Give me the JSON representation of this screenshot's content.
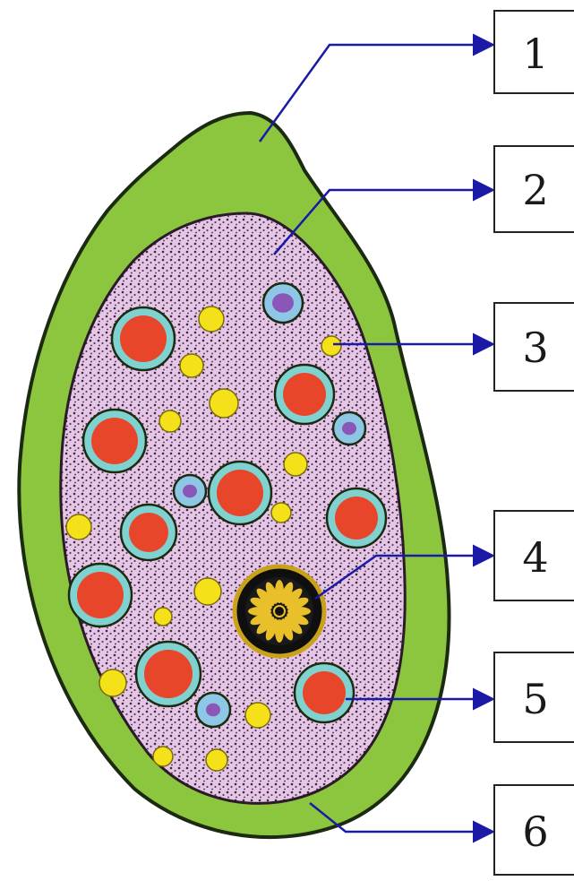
{
  "labels": [
    {
      "id": "1",
      "text": "1"
    },
    {
      "id": "2",
      "text": "2"
    },
    {
      "id": "3",
      "text": "3"
    },
    {
      "id": "4",
      "text": "4"
    },
    {
      "id": "5",
      "text": "5"
    },
    {
      "id": "6",
      "text": "6"
    }
  ],
  "colors": {
    "outer_layer": "#8cc63f",
    "outline": "#1b2a10",
    "cytoplasm": "#e6c6e6",
    "stipple": "#3a2a3a",
    "leader_line": "#1a1aa6",
    "red_body": "#e8462a",
    "teal_ring": "#7fd2cf",
    "yellow_body": "#f4e11a",
    "blue_body": "#8ec6e6",
    "purple_body": "#8a57b8",
    "center_body": "#e9c02a",
    "label_border": "#222222"
  }
}
